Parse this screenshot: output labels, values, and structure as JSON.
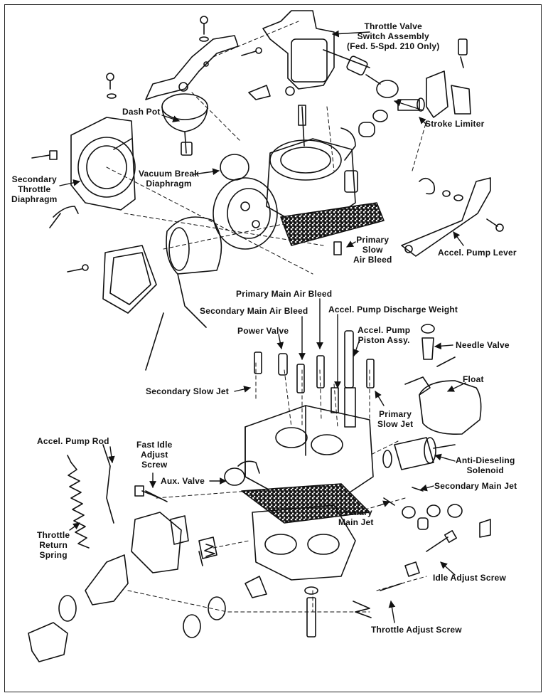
{
  "labels": {
    "throttle_valve_switch": [
      "Throttle Valve",
      "Switch Assembly",
      "(Fed. 5-Spd. 210 Only)"
    ],
    "dash_pot": "Dash Pot",
    "stroke_limiter": "Stroke Limiter",
    "secondary_throttle_diaphragm": [
      "Secondary",
      "Throttle",
      "Diaphragm"
    ],
    "vacuum_break_diaphragm": [
      "Vacuum Break",
      "Diaphragm"
    ],
    "primary_slow_air_bleed": [
      "Primary",
      "Slow",
      "Air Bleed"
    ],
    "accel_pump_lever": "Accel. Pump Lever",
    "primary_main_air_bleed": "Primary Main Air Bleed",
    "secondary_main_air_bleed": "Secondary Main Air Bleed",
    "accel_pump_discharge_weight": "Accel. Pump Discharge Weight",
    "power_valve": "Power Valve",
    "accel_pump_piston": [
      "Accel. Pump",
      "Piston Assy."
    ],
    "needle_valve": "Needle Valve",
    "secondary_slow_jet": "Secondary Slow Jet",
    "float": "Float",
    "primary_slow_jet": [
      "Primary",
      "Slow Jet"
    ],
    "accel_pump_rod": "Accel. Pump Rod",
    "fast_idle_adjust_screw": [
      "Fast Idle",
      "Adjust",
      "Screw"
    ],
    "anti_dieseling_solenoid": [
      "Anti-Dieseling",
      "Solenoid"
    ],
    "aux_valve": "Aux. Valve",
    "secondary_main_jet": "Secondary Main Jet",
    "primary_main_jet": [
      "Primary",
      "Main Jet"
    ],
    "throttle_return_spring": [
      "Throttle",
      "Return",
      "Spring"
    ],
    "idle_adjust_screw": "Idle Adjust Screw",
    "throttle_adjust_screw": "Throttle Adjust Screw"
  }
}
